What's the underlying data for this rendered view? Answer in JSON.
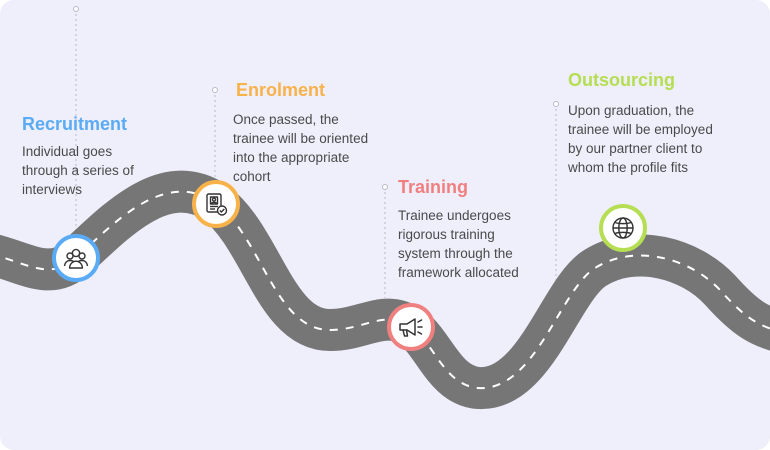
{
  "stages": [
    {
      "title": "Recruitment",
      "description": "Individual goes through a series of interviews",
      "color": "#5aabf5",
      "icon": "group-people-icon"
    },
    {
      "title": "Enrolment",
      "description": "Once passed, the trainee will be oriented into the appropriate cohort",
      "color": "#f8b24a",
      "icon": "document-check-icon"
    },
    {
      "title": "Training",
      "description": "Trainee undergoes rigorous training system through the framework allocated",
      "color": "#f08080",
      "icon": "megaphone-icon"
    },
    {
      "title": "Outsourcing",
      "description": "Upon graduation, the trainee will be employed by our partner client to whom the profile fits",
      "color": "#b5de52",
      "icon": "globe-icon"
    }
  ],
  "colors": {
    "background": "#efeefb",
    "road": "#767676",
    "road_dash": "#ffffff",
    "text": "#4a4a4a",
    "leader": "#b8b8c8"
  }
}
